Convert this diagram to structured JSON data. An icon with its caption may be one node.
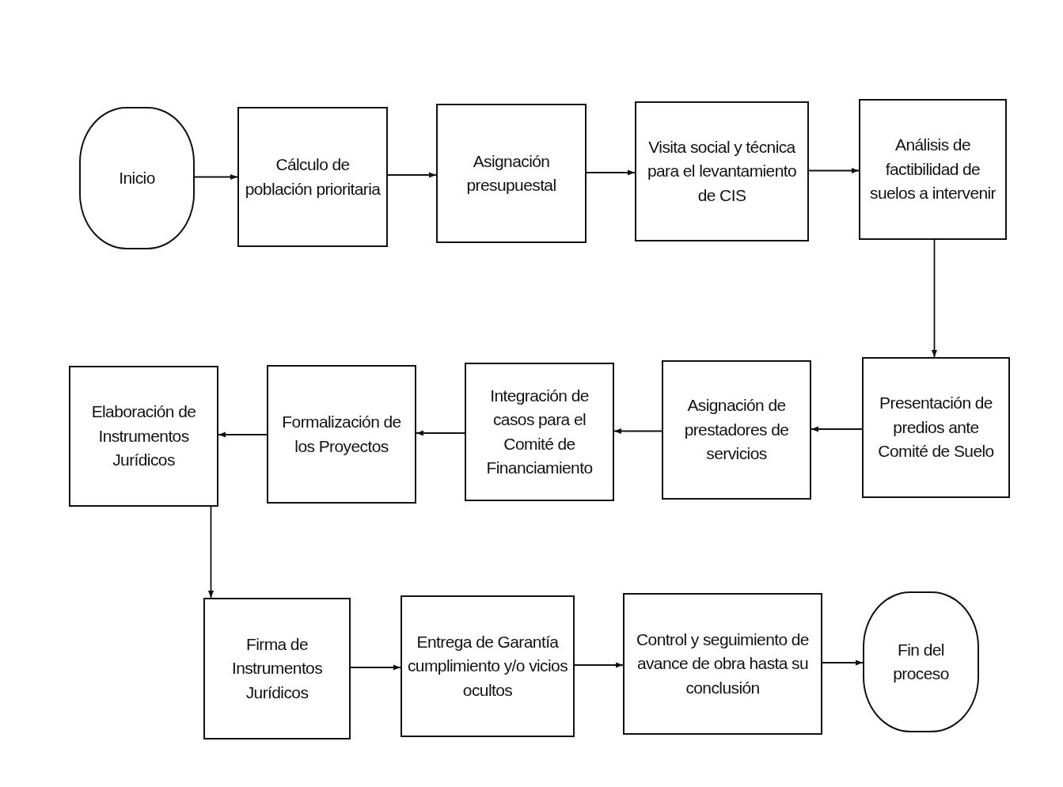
{
  "diagram": {
    "nodes": [
      {
        "text": [
          "Inicio"
        ]
      },
      {
        "text": [
          "Cálculo de población prioritaria"
        ]
      },
      {
        "text": [
          "Asignación presupuestal"
        ]
      },
      {
        "text": [
          "Visita social y técnica para el levantamiento de CIS"
        ]
      },
      {
        "text": [
          "Análisis de factibilidad de suelos a intervenir"
        ]
      },
      {
        "text": [
          "Presentación de predios ante Comité de Suelo"
        ]
      },
      {
        "text": [
          "Asignación de prestadores de servicios"
        ]
      },
      {
        "text": [
          "Integración de casos para el Comité de Financiamiento"
        ]
      },
      {
        "text": [
          "Formalización de los Proyectos"
        ]
      },
      {
        "text": [
          "Elaboración de Instrumentos Jurídicos"
        ]
      },
      {
        "text": [
          "Firma de Instrumentos Jurídicos"
        ]
      },
      {
        "text": [
          "Entrega de Garantía cumplimiento y/o vicios ocultos"
        ]
      },
      {
        "text": [
          "Control y seguimiento de avance de obra hasta su conclusión"
        ]
      },
      {
        "text": [
          "Fin del proceso"
        ]
      }
    ],
    "edges": [
      {
        "from": 0,
        "to": 1,
        "arrow": "to"
      },
      {
        "from": 1,
        "to": 2,
        "arrow": "to"
      },
      {
        "from": 2,
        "to": 3,
        "arrow": "to"
      },
      {
        "from": 3,
        "to": 4,
        "arrow": "to"
      },
      {
        "from": 4,
        "to": 5,
        "arrow": "to"
      },
      {
        "from": 5,
        "to": 6,
        "arrow": "to"
      },
      {
        "from": 6,
        "to": 7,
        "arrow": "to"
      },
      {
        "from": 7,
        "to": 8,
        "arrow": "to"
      },
      {
        "from": 8,
        "to": 9,
        "arrow": "to"
      },
      {
        "from": 9,
        "to": 10,
        "arrow": "to"
      },
      {
        "from": 10,
        "to": 11,
        "arrow": "to"
      },
      {
        "from": 11,
        "to": 12,
        "arrow": "to"
      },
      {
        "from": 12,
        "to": 13,
        "arrow": "to"
      }
    ]
  }
}
